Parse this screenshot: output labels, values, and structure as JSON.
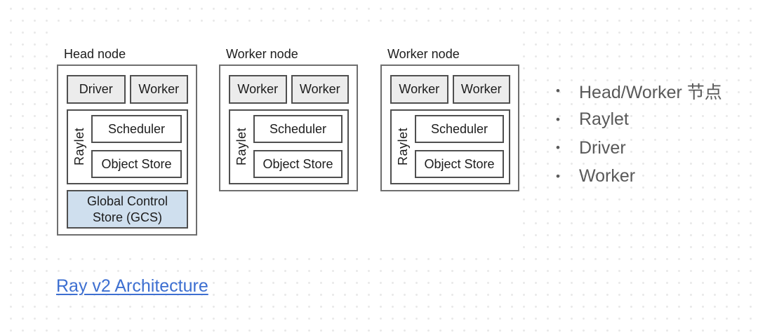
{
  "diagram": {
    "nodes": [
      {
        "title": "Head node",
        "processes": [
          "Driver",
          "Worker"
        ],
        "raylet_label": "Raylet",
        "raylet_children": [
          "Scheduler",
          "Object Store"
        ],
        "gcs_lines": [
          "Global Control",
          "Store (GCS)"
        ]
      },
      {
        "title": "Worker node",
        "processes": [
          "Worker",
          "Worker"
        ],
        "raylet_label": "Raylet",
        "raylet_children": [
          "Scheduler",
          "Object Store"
        ]
      },
      {
        "title": "Worker node",
        "processes": [
          "Worker",
          "Worker"
        ],
        "raylet_label": "Raylet",
        "raylet_children": [
          "Scheduler",
          "Object Store"
        ]
      }
    ],
    "colors": {
      "process_fill": "#ececec",
      "gcs_fill": "#cfdfee",
      "box_border": "#4f4f4f",
      "outer_border": "#6e6e6e"
    }
  },
  "bullets": {
    "marker": "•",
    "items": [
      "Head/Worker 节点",
      "Raylet",
      "Driver",
      "Worker"
    ],
    "text_color": "#595959"
  },
  "link": {
    "label": "Ray v2 Architecture",
    "color": "#3d6fd1"
  }
}
